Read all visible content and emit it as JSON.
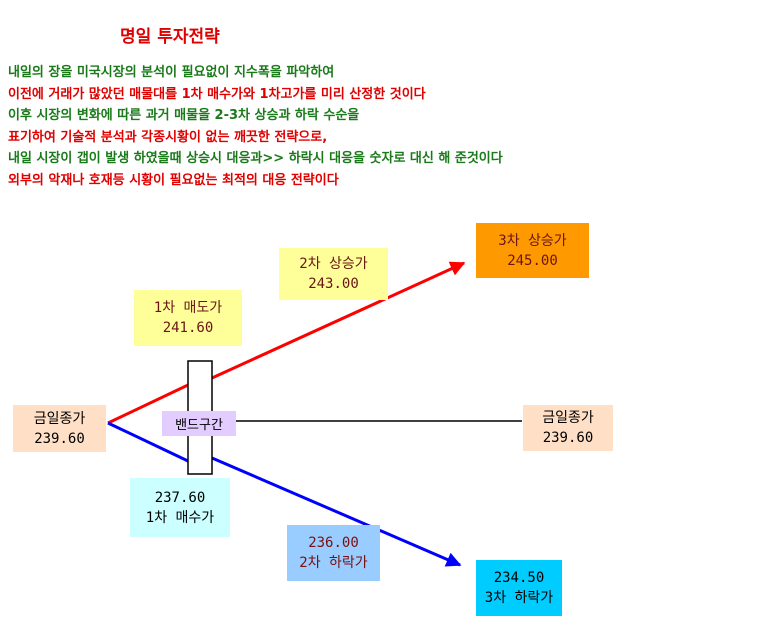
{
  "title": "명일 투자전략",
  "description": [
    {
      "text": "내일의 장을 미국시장의 분석이 필요없이 지수폭을 파악하여",
      "color": "green"
    },
    {
      "text": "이전에 거래가 많았던 매물대를 1차 매수가와 1차고가를 미리 산정한 것이다",
      "color": "red"
    },
    {
      "text": "이후 시장의 변화에 따른 과거 매물을 2-3차 상승과 하락 수순을",
      "color": "green"
    },
    {
      "text": "표기하여 기술적  분석과 각종시황이 없는 깨끗한 전략으로,",
      "color": "red"
    },
    {
      "text": "내일 시장이 갭이 발생 하였을때 상승시 대응과>> 하락시 대응을 숫자로 대신 해 준것이다",
      "color": "green"
    },
    {
      "text": "외부의 악재나 호재등  시황이 필요없는 최적의 대응 전략이다",
      "color": "red"
    }
  ],
  "diagram": {
    "close_left": {
      "label": "금일종가",
      "value": "239.60"
    },
    "close_right": {
      "label": "금일종가",
      "value": "239.60"
    },
    "band_label": "밴드구간",
    "sell1": {
      "label": "1차 매도가",
      "value": "241.60"
    },
    "rise2": {
      "label": "2차 상승가",
      "value": "243.00"
    },
    "rise3": {
      "label": "3차 상승가",
      "value": "245.00"
    },
    "buy1": {
      "value": "237.60",
      "label": "1차 매수가"
    },
    "fall2": {
      "value": "236.00",
      "label": "2차 하락가"
    },
    "fall3": {
      "value": "234.50",
      "label": "3차 하락가"
    }
  },
  "colors": {
    "up": "#ff0000",
    "down": "#0000ff",
    "neutral": "#000000",
    "close_box": "#ffe0c6",
    "sell1_box": "#ffff99",
    "rise2_box": "#ffff99",
    "rise3_box": "#ff9900",
    "buy1_box": "#ccffff",
    "fall2_box": "#99ccff",
    "fall3_box": "#00ccff",
    "band_box": "#e3ccff"
  },
  "icons": {
    "up_arrow": "arrow-up-right-icon",
    "down_arrow": "arrow-down-right-icon"
  }
}
